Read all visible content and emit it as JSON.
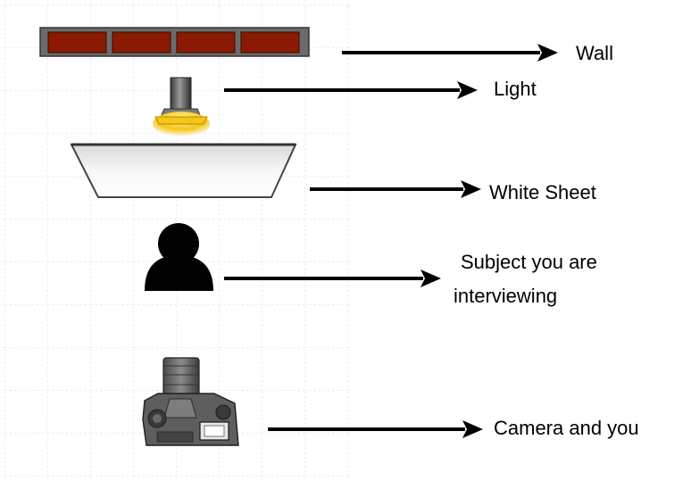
{
  "labels": {
    "wall": "Wall",
    "light": "Light",
    "white_sheet": "White Sheet",
    "subject_line1": "Subject you are",
    "subject_line2": "interviewing",
    "camera": "Camera and you"
  },
  "icons": {
    "wall": "brick-wall-icon",
    "light": "studio-light-icon",
    "sheet": "white-sheet-icon",
    "subject": "person-silhouette-icon",
    "camera": "camera-icon"
  },
  "colors": {
    "brick": "#8b1a02",
    "wall_frame": "#6b6b6b",
    "light_glow": "#f5c518",
    "arrow": "#000000"
  }
}
